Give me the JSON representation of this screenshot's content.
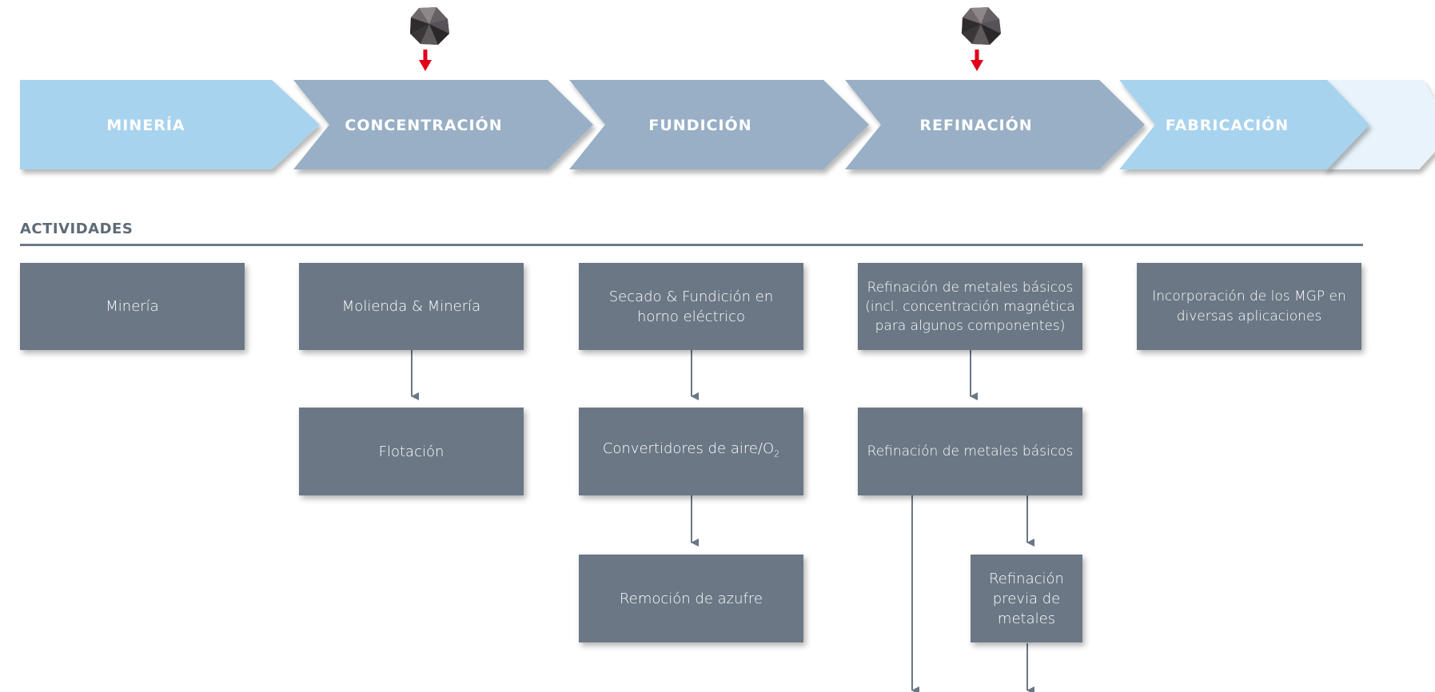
{
  "stages": [
    "MINERÍA",
    "CONCENTRACIÓN",
    "FUNDICIÓN",
    "REFINACIÓN",
    "FABRICACIÓN"
  ],
  "colors": {
    "light_stage": "#a8d3ee",
    "dark_stage": "#98afc5",
    "faint_stage": "#e9f3fb",
    "box": "#6b7785",
    "arrow": "#6b7785",
    "red_arrow": "#e1001a"
  },
  "icons": [
    "ore-rock-icon",
    "down-arrow-icon"
  ],
  "section_heading": "ACTIVIDADES",
  "boxes": {
    "mineria": "Minería",
    "molienda": "Molienda & Minería",
    "flotacion": "Flotación",
    "secado_l1": "Secado & Fundición en",
    "secado_l2": "horno eléctrico",
    "convertidores": "Convertidores de aire/O",
    "convertidores_sub": "2",
    "remocion": "Remoción de azufre",
    "ref_basicos_incl_l1": "Refinación de metales básicos",
    "ref_basicos_incl_l2": "(incl. concentración magnética",
    "ref_basicos_incl_l3": "para algunos componentes)",
    "ref_basicos": "Refinación de metales básicos",
    "ref_previa_l1": "Refinación",
    "ref_previa_l2": "previa de",
    "ref_previa_l3": "metales",
    "incorporacion_l1": "Incorporación de los MGP en",
    "incorporacion_l2": "diversas aplicaciones"
  }
}
